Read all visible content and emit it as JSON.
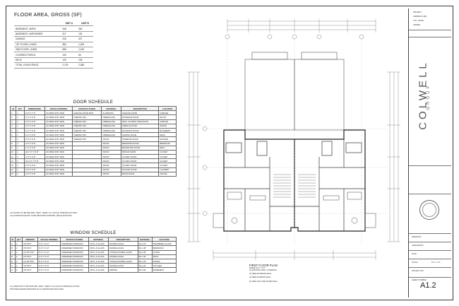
{
  "floor_area": {
    "title": "FLOOR AREA, GROSS (SF)",
    "columns": [
      "",
      "UNIT A",
      "UNIT B"
    ],
    "rows": [
      [
        "BASEMENT, UNFIN",
        "348",
        "350"
      ],
      [
        "BASEMENT, UNFINISHED",
        "317",
        "134"
      ],
      [
        "GARAGE",
        "416",
        "327"
      ],
      [
        "1ST FLOOR, LIVING",
        "980",
        "1,005"
      ],
      [
        "2ND FLOOR, LIVING",
        "985",
        "1,015"
      ],
      [
        "COVERED PORCH",
        "133",
        "63"
      ],
      [
        "DECK",
        "129",
        "135"
      ],
      [
        "TOTAL LIVING SPACE",
        "2,129",
        "2,368"
      ]
    ]
  },
  "door_schedule": {
    "title": "DOOR SCHEDULE",
    "columns": [
      "ID",
      "QTY",
      "DIMENSIONS",
      "ROUGH OPENING",
      "MANUFACTURER",
      "MATERIAL",
      "DESCRIPTION",
      "LOCATION"
    ],
    "rows": [
      [
        "1",
        "1",
        "9'-0\" X 7'-0\"",
        "AS SPEC'D BY MFR",
        "GARAGE DOOR MFR",
        "ALUMINUM",
        "GARAGE DOOR",
        "GARAGE"
      ],
      [
        "2",
        "2",
        "3'-0\" X 6'-8\"",
        "AS SPEC'D BY MFR",
        "THERMA-TRU",
        "FIBERGLASS",
        "EXTERIOR DOOR",
        "ENTRY"
      ],
      [
        "3",
        "2",
        "2'-8\" X 6'-8\"",
        "AS SPEC'D BY MFR",
        "THERMA-TRU",
        "FIBERGLASS",
        "SELF CLOSING FIRE DOOR",
        "GARAGE"
      ],
      [
        "4",
        "1",
        "5'-0\" X 6'-8\"",
        "AS SPEC'D BY MFR",
        "THERMA-TRU",
        "FIBERGLASS",
        "FRENCH DOOR",
        "DINING"
      ],
      [
        "5",
        "2",
        "3'-0\" X 6'-8\"",
        "AS SPEC'D BY MFR",
        "THERMA-TRU",
        "FIBERGLASS",
        "EXTERIOR DOOR",
        "BASEMENT"
      ],
      [
        "6",
        "1",
        "3'-0\" X 6'-8\"",
        "AS SPEC'D BY MFR",
        "THERMA-TRU",
        "FIBERGLASS",
        "SLIDING DOOR",
        "DECK"
      ],
      [
        "7",
        "2",
        "2'-8\" X 6'-8\"",
        "AS SPEC'D BY MFR",
        "THERMA-TRU",
        "WOOD",
        "INTERIOR DOOR",
        "MASTER"
      ],
      [
        "8",
        "4",
        "2'-6\" X 6'-8\"",
        "AS SPEC'D BY MFR",
        "",
        "WOOD",
        "BEDROOM DOOR",
        "BEDROOM"
      ],
      [
        "9",
        "1",
        "2'-4\" X 6'-8\"",
        "AS SPEC'D BY MFR",
        "",
        "WOOD",
        "BATHROOM DOOR",
        "BATH"
      ],
      [
        "10",
        "2",
        "(2) 2'-0\" X 6'-8\"",
        "AS SPEC'D BY MFR",
        "",
        "WOOD",
        "BIFOLD DOOR",
        "CLOSET"
      ],
      [
        "11",
        "2",
        "2'-0\" X 6'-8\"",
        "AS SPEC'D BY MFR",
        "",
        "WOOD",
        "CLOSET DOOR",
        "CLOSET"
      ],
      [
        "12",
        "2",
        "(2) 2'-6\" X 6'-8\"",
        "AS SPEC'D BY MFR",
        "",
        "WOOD",
        "CLOSET DOOR",
        "CLOSET"
      ],
      [
        "13",
        "2",
        "2'-6\" X 6'-8\"",
        "AS SPEC'D BY MFR",
        "",
        "WOOD",
        "CLOSET DOOR",
        "CLOSET"
      ],
      [
        "14",
        "2",
        "2'-8\" X 6'-8\"",
        "AS SPEC'D BY MFR",
        "",
        "WOOD",
        "POCKET DOOR",
        "LAUNDRY"
      ],
      [
        "15",
        "2",
        "3'-0\" X 6'-8\"",
        "AS SPEC'D BY MFR",
        "",
        "WOOD",
        "BARN DOOR",
        "OFFICE"
      ]
    ],
    "notes": [
      "ALL DOORS TO BE PER MFR. SPEC. VERIFY ALL ROUGH OPENINGS W/ MFR.",
      "ALL EXTERIOR DOORS TO BE WEATHER STRIPPED. SEE ELEVATIONS."
    ]
  },
  "window_schedule": {
    "title": "WINDOW SCHEDULE",
    "columns": [
      "ID",
      "QTY",
      "WINDOW",
      "ROUGH OPENING",
      "MANUFACTURER",
      "MATERIAL",
      "DESCRIPTION",
      "MATERIAL",
      "LOCATION"
    ],
    "rows": [
      [
        "A",
        "4",
        "3'0\"X6'0\"",
        "3'-0\" X 6'-0\"",
        "ANDERSEN WINDOWS",
        "VINYL & GLASS",
        "DOUBLE HUNG",
        "SILL 18\"",
        "TEMPERED GLASS"
      ],
      [
        "B",
        "2",
        "3'0\"X4'0\"",
        "3'-0\" X 4'-0\"",
        "ANDERSEN WINDOWS",
        "VINYL & GLASS",
        "DOUBLE HUNG",
        "SILL 36\"",
        "BEDROOM"
      ],
      [
        "C",
        "2",
        "(2) 3'0\"X4'0\"",
        "6'-0\" X 4'-0\"",
        "ANDERSEN WINDOWS",
        "VINYL & GLASS",
        "2 PIECE DOUBLE HUNG",
        "SILL 36\"",
        "LIVING"
      ],
      [
        "D",
        "2",
        "2'0\"X3'0\"",
        "2'-0\" X 3'-0\"",
        "ANDERSEN WINDOWS",
        "VINYL & GLASS",
        "DOUBLE HUNG",
        "SILL 42\"",
        "BATH"
      ],
      [
        "E",
        "2",
        "(2) 3'0\"X5'0\"",
        "6'-0\" X 5'-0\"",
        "ANDERSEN WINDOWS",
        "VINYL & GLASS",
        "2 PIECE DOUBLE HUNG",
        "SILL 24\"",
        "DINING"
      ],
      [
        "F",
        "2",
        "3'0\"X5'0\"",
        "3'-0\" X 5'-0\"",
        "ANDERSEN WINDOWS",
        "VINYL & GLASS",
        "DOUBLE HUNG",
        "SILL 24\"",
        "KITCHEN"
      ],
      [
        "G",
        "4",
        "3'0\"X2'0\"",
        "3'-0\" X 2'-0\"",
        "ANDERSEN WINDOWS",
        "VINYL & GLASS",
        "AWNING",
        "SILL 60\"",
        "BASEMENT"
      ]
    ],
    "notes": [
      "ALL WINDOWS TO BE PER MFR. SPEC. VERIFY ALL ROUGH OPENINGS W/ MFR.",
      "PROVIDE EGRESS WINDOWS AT ALL BEDROOMS PER CODE."
    ]
  },
  "plan": {
    "title": "FIRST FLOOR PLAN",
    "scale": "SCALE: 1/4\" = 1'-0\"",
    "legend": [
      "(1) EXISTING WALL TO REMAIN",
      "(2) NEW EXTERIOR WALL",
      "(3) NEW INTERIOR WALL",
      "(4) NEW 2HR. FIRE RATED WALL"
    ]
  },
  "title_block": {
    "company": "COLWELL",
    "company_sub": "GROUP",
    "project_lines": [
      "PROJECT",
      "ADDRESS LINE",
      "CITY, STATE",
      "OWNER"
    ],
    "fields": [
      "DRAWN BY",
      "CHECKED BY",
      "DATE",
      "SCALE",
      "PROJECT NO."
    ],
    "scale_value": "1/4\" = 1'-0\"",
    "sheet_label": "SHEET NUMBER",
    "sheet_number": "A1.2"
  }
}
